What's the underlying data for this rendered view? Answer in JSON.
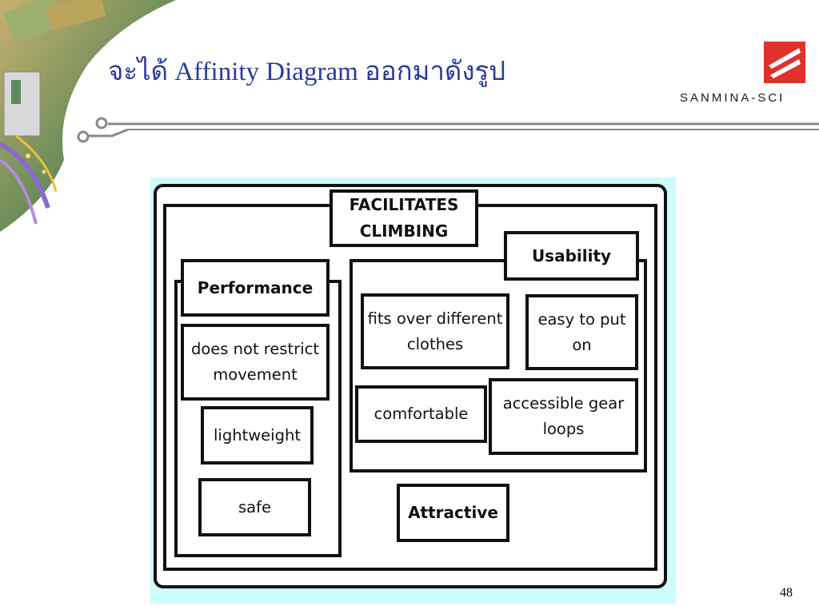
{
  "slide": {
    "title": "จะได้ Affinity Diagram ออกมาดังรูป",
    "page_number": "48"
  },
  "logo": {
    "text": "SANMINA-SCI",
    "color": "#e0322b"
  },
  "diagram": {
    "header": "FACILITATES CLIMBING",
    "groups": [
      {
        "name": "Performance",
        "items": [
          "does not restrict movement",
          "lightweight",
          "safe"
        ]
      },
      {
        "name": "Usability",
        "items": [
          "fits over different clothes",
          "easy to put on",
          "comfortable",
          "accessible gear loops"
        ]
      },
      {
        "name": "Attractive",
        "items": []
      }
    ],
    "background_color": "#ccfcfc"
  }
}
